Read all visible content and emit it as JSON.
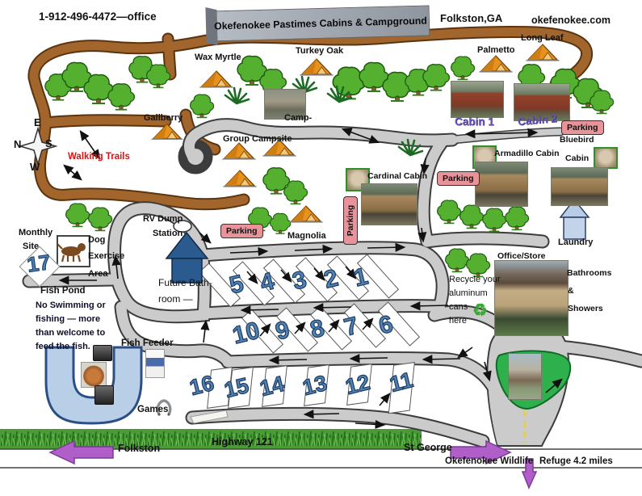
{
  "header": {
    "phone": "1-912-496-4472—office",
    "title": "Okefenokee Pastimes Cabins & Campground",
    "city": "Folkston,GA",
    "website": "okefenokee.com"
  },
  "map_labels": {
    "wax_myrtle": "Wax Myrtle",
    "turkey_oak": "Turkey Oak",
    "palmetto": "Palmetto",
    "long_leaf": "Long Leaf",
    "gallberry": "Gallberry",
    "camp": "Camp-",
    "group_campsite": "Group Campsite",
    "walking_trails": "Walking Trails",
    "magnolia": "Magnolia",
    "cabin1": "Cabin 1",
    "cabin2": "Cabin 2",
    "cardinal_cabin": "Cardinal  Cabin",
    "armadillo_cabin": "Armadillo Cabin",
    "bluebird": "Bluebird",
    "bluebird_cabin_word": "Cabin",
    "parking": "Parking",
    "rv_dump": "RV Dump",
    "rv_station": "Station",
    "future_bathroom_1": "Future Bath-",
    "future_bathroom_2": "room —",
    "monthly": "Monthly",
    "site": "Site",
    "site17": "17",
    "dog": "Dog",
    "exercise": "Exercise",
    "area": "Area",
    "fish_pond": "Fish Pond",
    "no_swim_1": "No Swimming or",
    "no_swim_2": "fishing — more",
    "no_swim_3": "than welcome to",
    "no_swim_4": "feed the fish.",
    "fish_feeder": "Fish Feeder",
    "games": "Games",
    "recycle_1": "Recycle your",
    "recycle_2": "aluminum",
    "recycle_3": "cans",
    "recycle_4": "here",
    "recycle_symbol": "♻",
    "office_store": "Office/Store",
    "bathrooms": "Bathrooms",
    "amp": "&",
    "showers": "Showers",
    "laundry": "Laundry",
    "highway": "Highway 121",
    "folkston": "Folkston",
    "st_george": "St George",
    "wildlife_1": "Okefenokee Wildlife",
    "wildlife_2": "Refuge 4.2 miles"
  },
  "compass": {
    "e": "E",
    "n": "N",
    "s": "S",
    "w": "W"
  },
  "sites": {
    "row1": [
      "5",
      "4",
      "3",
      "2",
      "1"
    ],
    "row2": [
      "10",
      "9",
      "8",
      "7",
      "6"
    ],
    "row3": [
      "16",
      "15",
      "14",
      "13",
      "12",
      "11"
    ]
  },
  "colors": {
    "road": "#cbcbcb",
    "trail": "#a2662c",
    "parking_badge": "#e89399",
    "site_number": "#5282b4",
    "pond": "#b9cfe8",
    "island_green": "#2eb04d",
    "walking_trails_red": "#e01010",
    "cabin_label_purple": "#6b52b8",
    "direction_arrow_purple": "#b05fc8",
    "recycle_green": "#3aaa35"
  }
}
